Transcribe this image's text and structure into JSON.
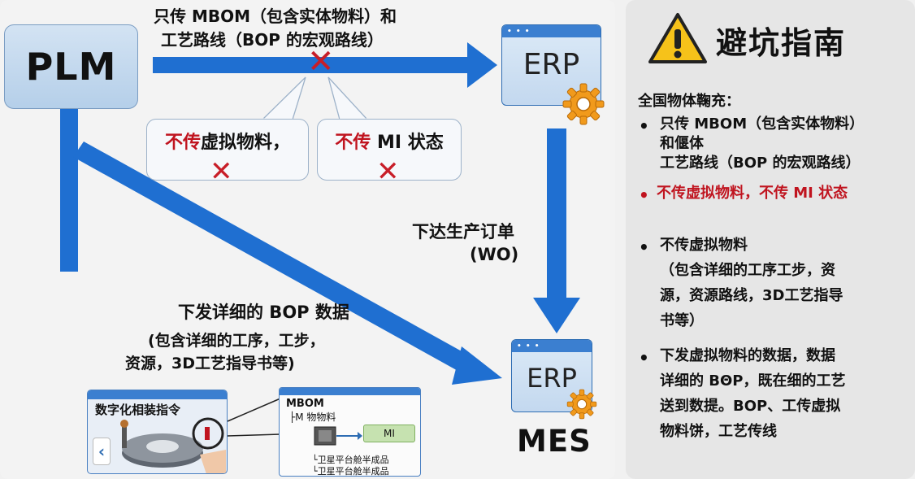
{
  "diagram": {
    "plm_label": "PLM",
    "top_label_line1": "只传 MBOM（包含实体物料）和",
    "top_label_line2": "工艺路线（BOP 的宏观路线）",
    "callout_1": {
      "red": "不传",
      "rest": "虚拟物料，"
    },
    "callout_2": {
      "red": "不传",
      "rest": " MI 状态"
    },
    "erp_top_title": "ERP",
    "erp_bottom_title": "ERP",
    "mes_label": "MES",
    "wo_label_line1": "下达生产订单",
    "wo_label_line2": "(WO)",
    "bop_label_line1": "下发详细的 BOP 数据",
    "bop_label_line2": "(包含详细的工序，工步，",
    "bop_label_line3": "资源，3D工艺指导书等)",
    "thumb_assembly": {
      "title": "数字化相装指令"
    },
    "thumb_mbom": {
      "title": "MBOM",
      "m_item": "├M 物物料",
      "mi_label": "MI",
      "sat1": "└卫星平台舱半成品",
      "sat2": "└卫星平台舱半成品"
    }
  },
  "guide": {
    "title": "避坑指南",
    "heading": "全国物体鞠充：",
    "b1_l1": "只传 MBOM（包含实体物料）",
    "b1_l2": "和偃体",
    "b1_l3": "工艺路线（BOP 的宏观路线）",
    "b2": "不传虚拟物料，不传 MI 状态",
    "b3_l1": "不传虚拟物料",
    "b3_l2": "（包含详细的工序工步，资",
    "b3_l3": "源，资源路线，3D工艺指导",
    "b3_l4": "书等）",
    "b4_l1": "下发虚拟物料的数据，数据",
    "b4_l2": "详细的 BΘP，既在细的工艺",
    "b4_l3": "送到数提。BOP、工传虚拟",
    "b4_l4": "物料饼，工艺传线"
  },
  "colors": {
    "arrow_blue": "#1f6fd1",
    "warn_red": "#c0141f",
    "warn_yellow": "#f6c21a",
    "gear_orange": "#f19a1c"
  }
}
